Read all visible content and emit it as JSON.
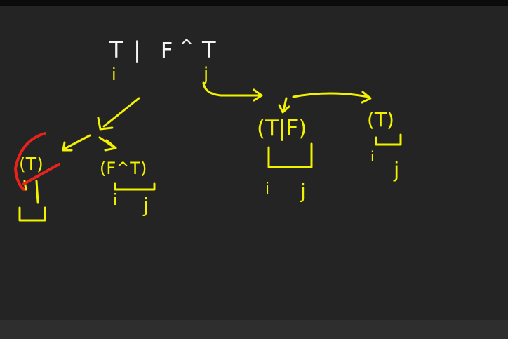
{
  "expression": {
    "t1": "T",
    "bar1": "|",
    "f1": "F",
    "caret1": "^",
    "t2": "T",
    "i": "i",
    "j": "j"
  },
  "left_branch": {
    "node_a": "(T)",
    "node_b": "(F^T)",
    "b_i": "i",
    "b_j": "j"
  },
  "right_branch": {
    "node_c": "(T|F)",
    "c_i": "i",
    "c_j": "j",
    "node_d": "(T)",
    "d_i": "i",
    "d_j": "j"
  },
  "colors": {
    "background": "#242424",
    "ink_yellow": "#f2f200",
    "ink_white": "#f4f4f4",
    "ink_red": "#e8221c"
  }
}
